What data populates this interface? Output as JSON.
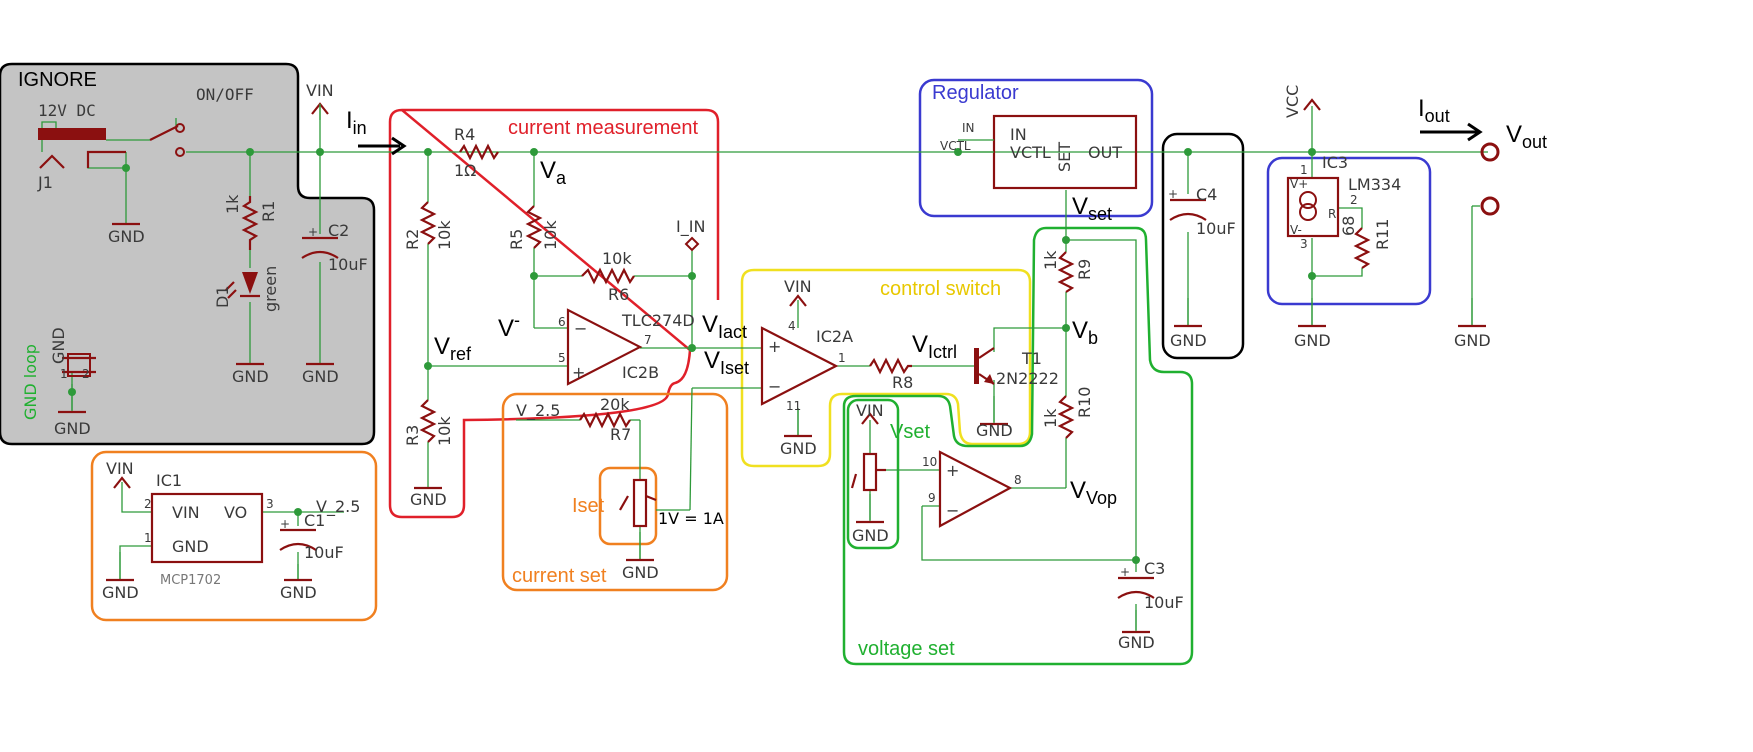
{
  "areas": {
    "ignore": "IGNORE",
    "current_measurement": "current measurement",
    "regulator": "Regulator",
    "control_switch": "control switch",
    "current_set": "current set",
    "voltage_set": "voltage set",
    "gnd_loop": "GND loop",
    "vset_pot": "Vset",
    "iset_pot": "Iset",
    "scale": "1V = 1A"
  },
  "colors": {
    "wire": "#2e9a3a",
    "part": "#8b1010",
    "red": "#e0202a",
    "blue": "#3a3ad0",
    "yellow": "#f0e020",
    "orange": "#f08020",
    "green": "#20b030",
    "black": "#000000",
    "ignore_bg": "#c4c4c4"
  },
  "parts": {
    "j1": {
      "name": "J1",
      "value": "12V DC",
      "switch": "ON/OFF"
    },
    "r1": {
      "name": "R1",
      "value": "1k"
    },
    "d1": {
      "name": "D1",
      "value": "green"
    },
    "c2": {
      "name": "C2",
      "value": "10uF"
    },
    "r4": {
      "name": "R4",
      "value": "1Ω"
    },
    "r2": {
      "name": "R2",
      "value": "10k"
    },
    "r3": {
      "name": "R3",
      "value": "10k"
    },
    "r5": {
      "name": "R5",
      "value": "10k"
    },
    "r6": {
      "name": "R6",
      "value": "10k"
    },
    "ic2b": {
      "name": "IC2B",
      "value": "TLC274D"
    },
    "ic2a": {
      "name": "IC2A"
    },
    "r8": {
      "name": "R8"
    },
    "t1": {
      "name": "T1",
      "value": "2N2222"
    },
    "r7": {
      "name": "R7",
      "value": "20k"
    },
    "ic1": {
      "name": "IC1",
      "value": "MCP1702",
      "pin_in": "VIN",
      "pin_out": "VO",
      "pin_gnd": "GND"
    },
    "c1": {
      "name": "C1",
      "value": "10uF"
    },
    "reg": {
      "pin_in": "IN",
      "pin_vctl": "VCTL",
      "pin_set": "SET",
      "pin_out": "OUT",
      "net_in": "IN",
      "net_vctl": "VCTL"
    },
    "c4": {
      "name": "C4",
      "value": "10uF"
    },
    "ic3": {
      "name": "IC3",
      "value": "LM334",
      "pin_vp": "V+",
      "pin_vm": "V-",
      "pin_r": "R"
    },
    "r11": {
      "name": "R11",
      "value": "68"
    },
    "r9": {
      "name": "R9",
      "value": "1k"
    },
    "r10": {
      "name": "R10",
      "value": "1k"
    },
    "c3": {
      "name": "C3",
      "value": "10uF"
    }
  },
  "power": {
    "vin": "VIN",
    "vcc": "VCC",
    "gnd": "GND",
    "v25": "V_2.5",
    "i_in": "I_IN"
  },
  "nets": {
    "iin": {
      "main": "I",
      "sub": "in"
    },
    "iout": {
      "main": "I",
      "sub": "out"
    },
    "vout": {
      "main": "V",
      "sub": "out"
    },
    "va": {
      "main": "V",
      "sub": "a"
    },
    "vminus": {
      "main": "V",
      "sup": "-"
    },
    "vref": {
      "main": "V",
      "sub": "ref"
    },
    "vlact": {
      "main": "V",
      "sub": "Iact"
    },
    "vlset": {
      "main": "V",
      "sub": "Iset"
    },
    "vlctrl": {
      "main": "V",
      "sub": "Ictrl"
    },
    "vset": {
      "main": "V",
      "sub": "set"
    },
    "vb": {
      "main": "V",
      "sub": "b"
    },
    "vvop": {
      "main": "V",
      "sub": "Vop"
    }
  },
  "pins": {
    "p1": "1",
    "p2": "2",
    "p3": "3",
    "p4": "4",
    "p5": "5",
    "p6": "6",
    "p7": "7",
    "p8": "8",
    "p9": "9",
    "p10": "10",
    "p11": "11"
  }
}
